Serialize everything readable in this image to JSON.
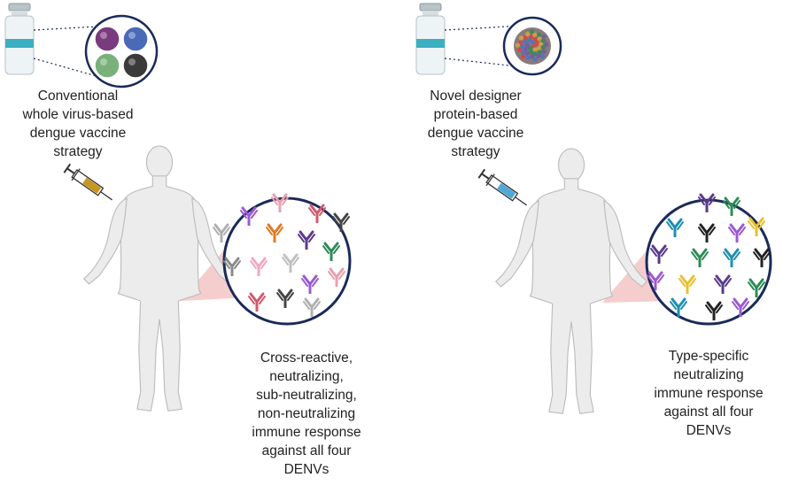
{
  "panels": [
    {
      "strategy_lines": [
        "Conventional",
        "whole virus-based",
        "dengue vaccine",
        "strategy"
      ],
      "response_lines": [
        "Cross-reactive,",
        "neutralizing,",
        "sub-neutralizing,",
        "non-neutralizing",
        "immune response",
        "against all four",
        "DENVs"
      ],
      "vaccine_liquid_color": "#c8951e",
      "antibody_colors": [
        "#e8a0b0",
        "#9b59d0",
        "#d05a6e",
        "#444444",
        "#b0b0b0",
        "#e07a20",
        "#5a3a8a",
        "#2e8b57",
        "#888888",
        "#f0a8c0",
        "#c0c0c0"
      ]
    },
    {
      "strategy_lines": [
        "Novel designer",
        "protein-based",
        "dengue vaccine",
        "strategy"
      ],
      "response_lines": [
        "Type-specific",
        "neutralizing",
        "immune response",
        "against all four",
        "DENVs"
      ],
      "vaccine_liquid_color": "#4fa8d8",
      "antibody_colors": [
        "#5a3a8a",
        "#2e8b57",
        "#1f8fb0",
        "#222222",
        "#9b59d0",
        "#e8c030"
      ]
    }
  ],
  "colors": {
    "body_fill": "#ececec",
    "body_stroke": "#bdbdbd",
    "circle_stroke": "#1a2a5a",
    "cone": "#f4c4c4",
    "vial_band": "#3ab0c0"
  }
}
